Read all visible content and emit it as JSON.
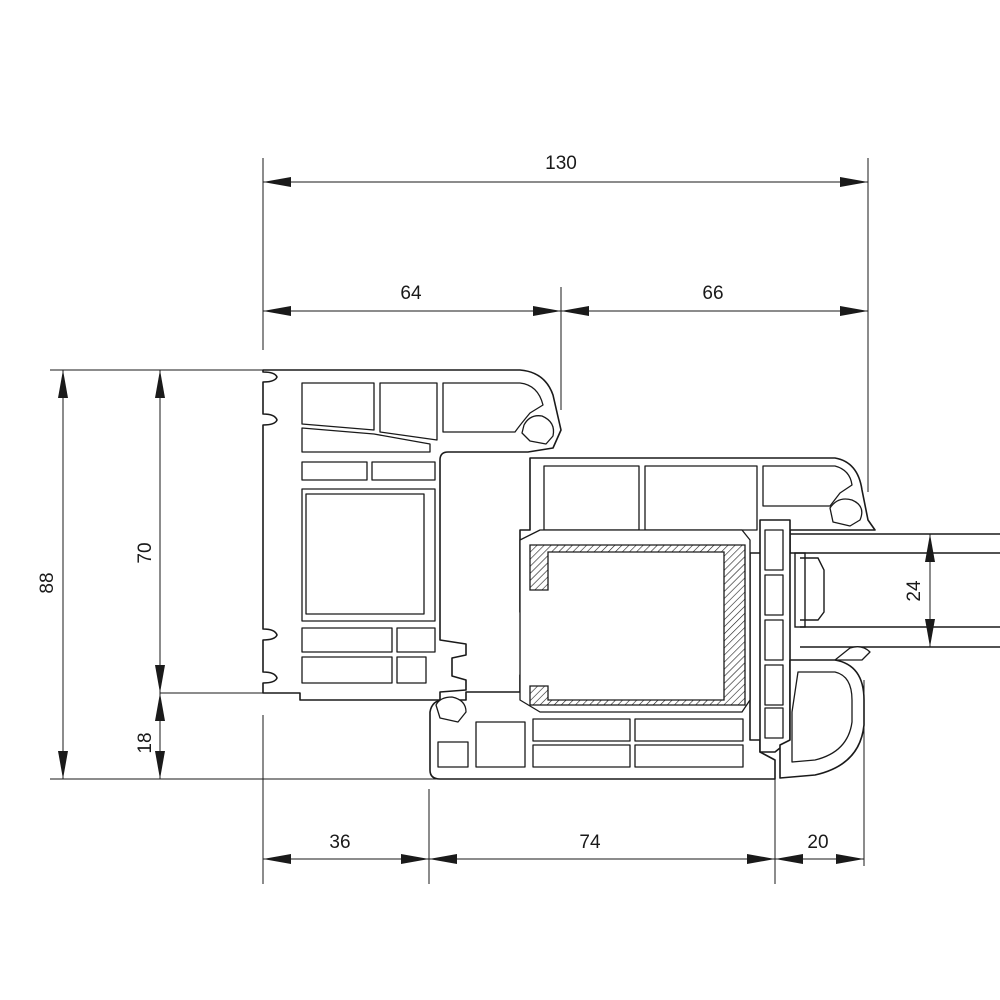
{
  "dimensions": {
    "total_width": "130",
    "frame_width": "64",
    "sash_width": "66",
    "total_height": "88",
    "frame_height": "70",
    "bottom_height": "18",
    "glass_thickness": "24",
    "bottom_left": "36",
    "bottom_middle": "74",
    "bottom_right": "20"
  }
}
